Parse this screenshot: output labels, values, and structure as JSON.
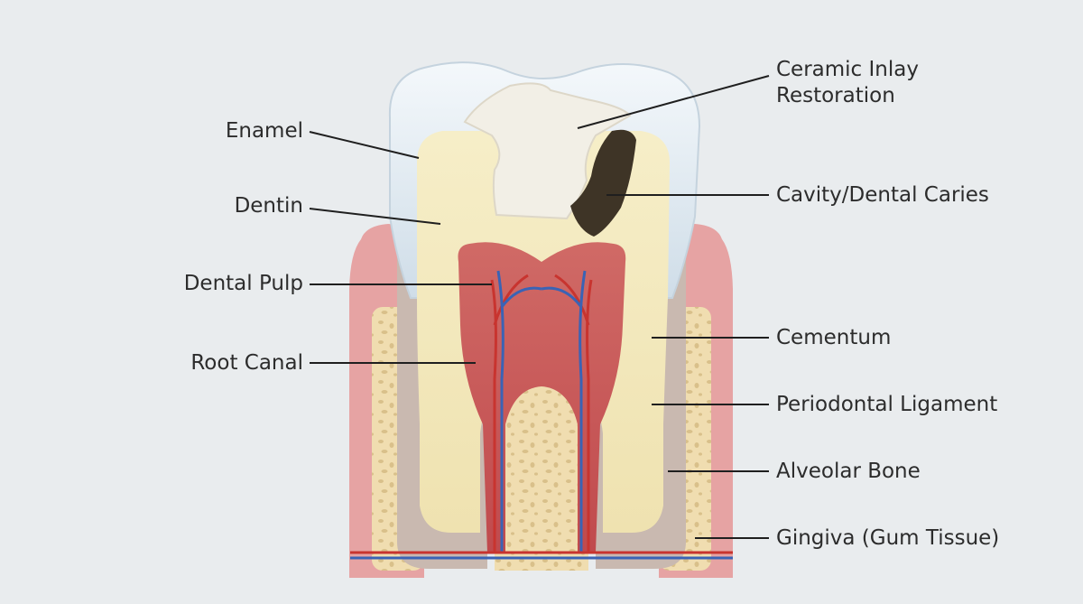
{
  "labels": {
    "enamel": "Enamel",
    "dentin": "Dentin",
    "dental_pulp": "Dental Pulp",
    "root_canal": "Root Canal",
    "ceramic_inlay": "Ceramic Inlay\nRestoration",
    "cavity": "Cavity/Dental Caries",
    "cementum": "Cementum",
    "periodontal_ligament": "Periodontal Ligament",
    "alveolar_bone": "Alveolar Bone",
    "gingiva": "Gingiva (Gum Tissue)"
  },
  "colors": {
    "background": "#e9ecee",
    "enamel": "#dfe8ef",
    "dentin": "#f3e9bf",
    "pulp": "#c9575a",
    "gingiva": "#e6a3a3",
    "bone": "#f0ddb0",
    "caries": "#3e3426",
    "inlay": "#f2efe6",
    "artery": "#c8342f",
    "vein": "#3a63b5"
  }
}
